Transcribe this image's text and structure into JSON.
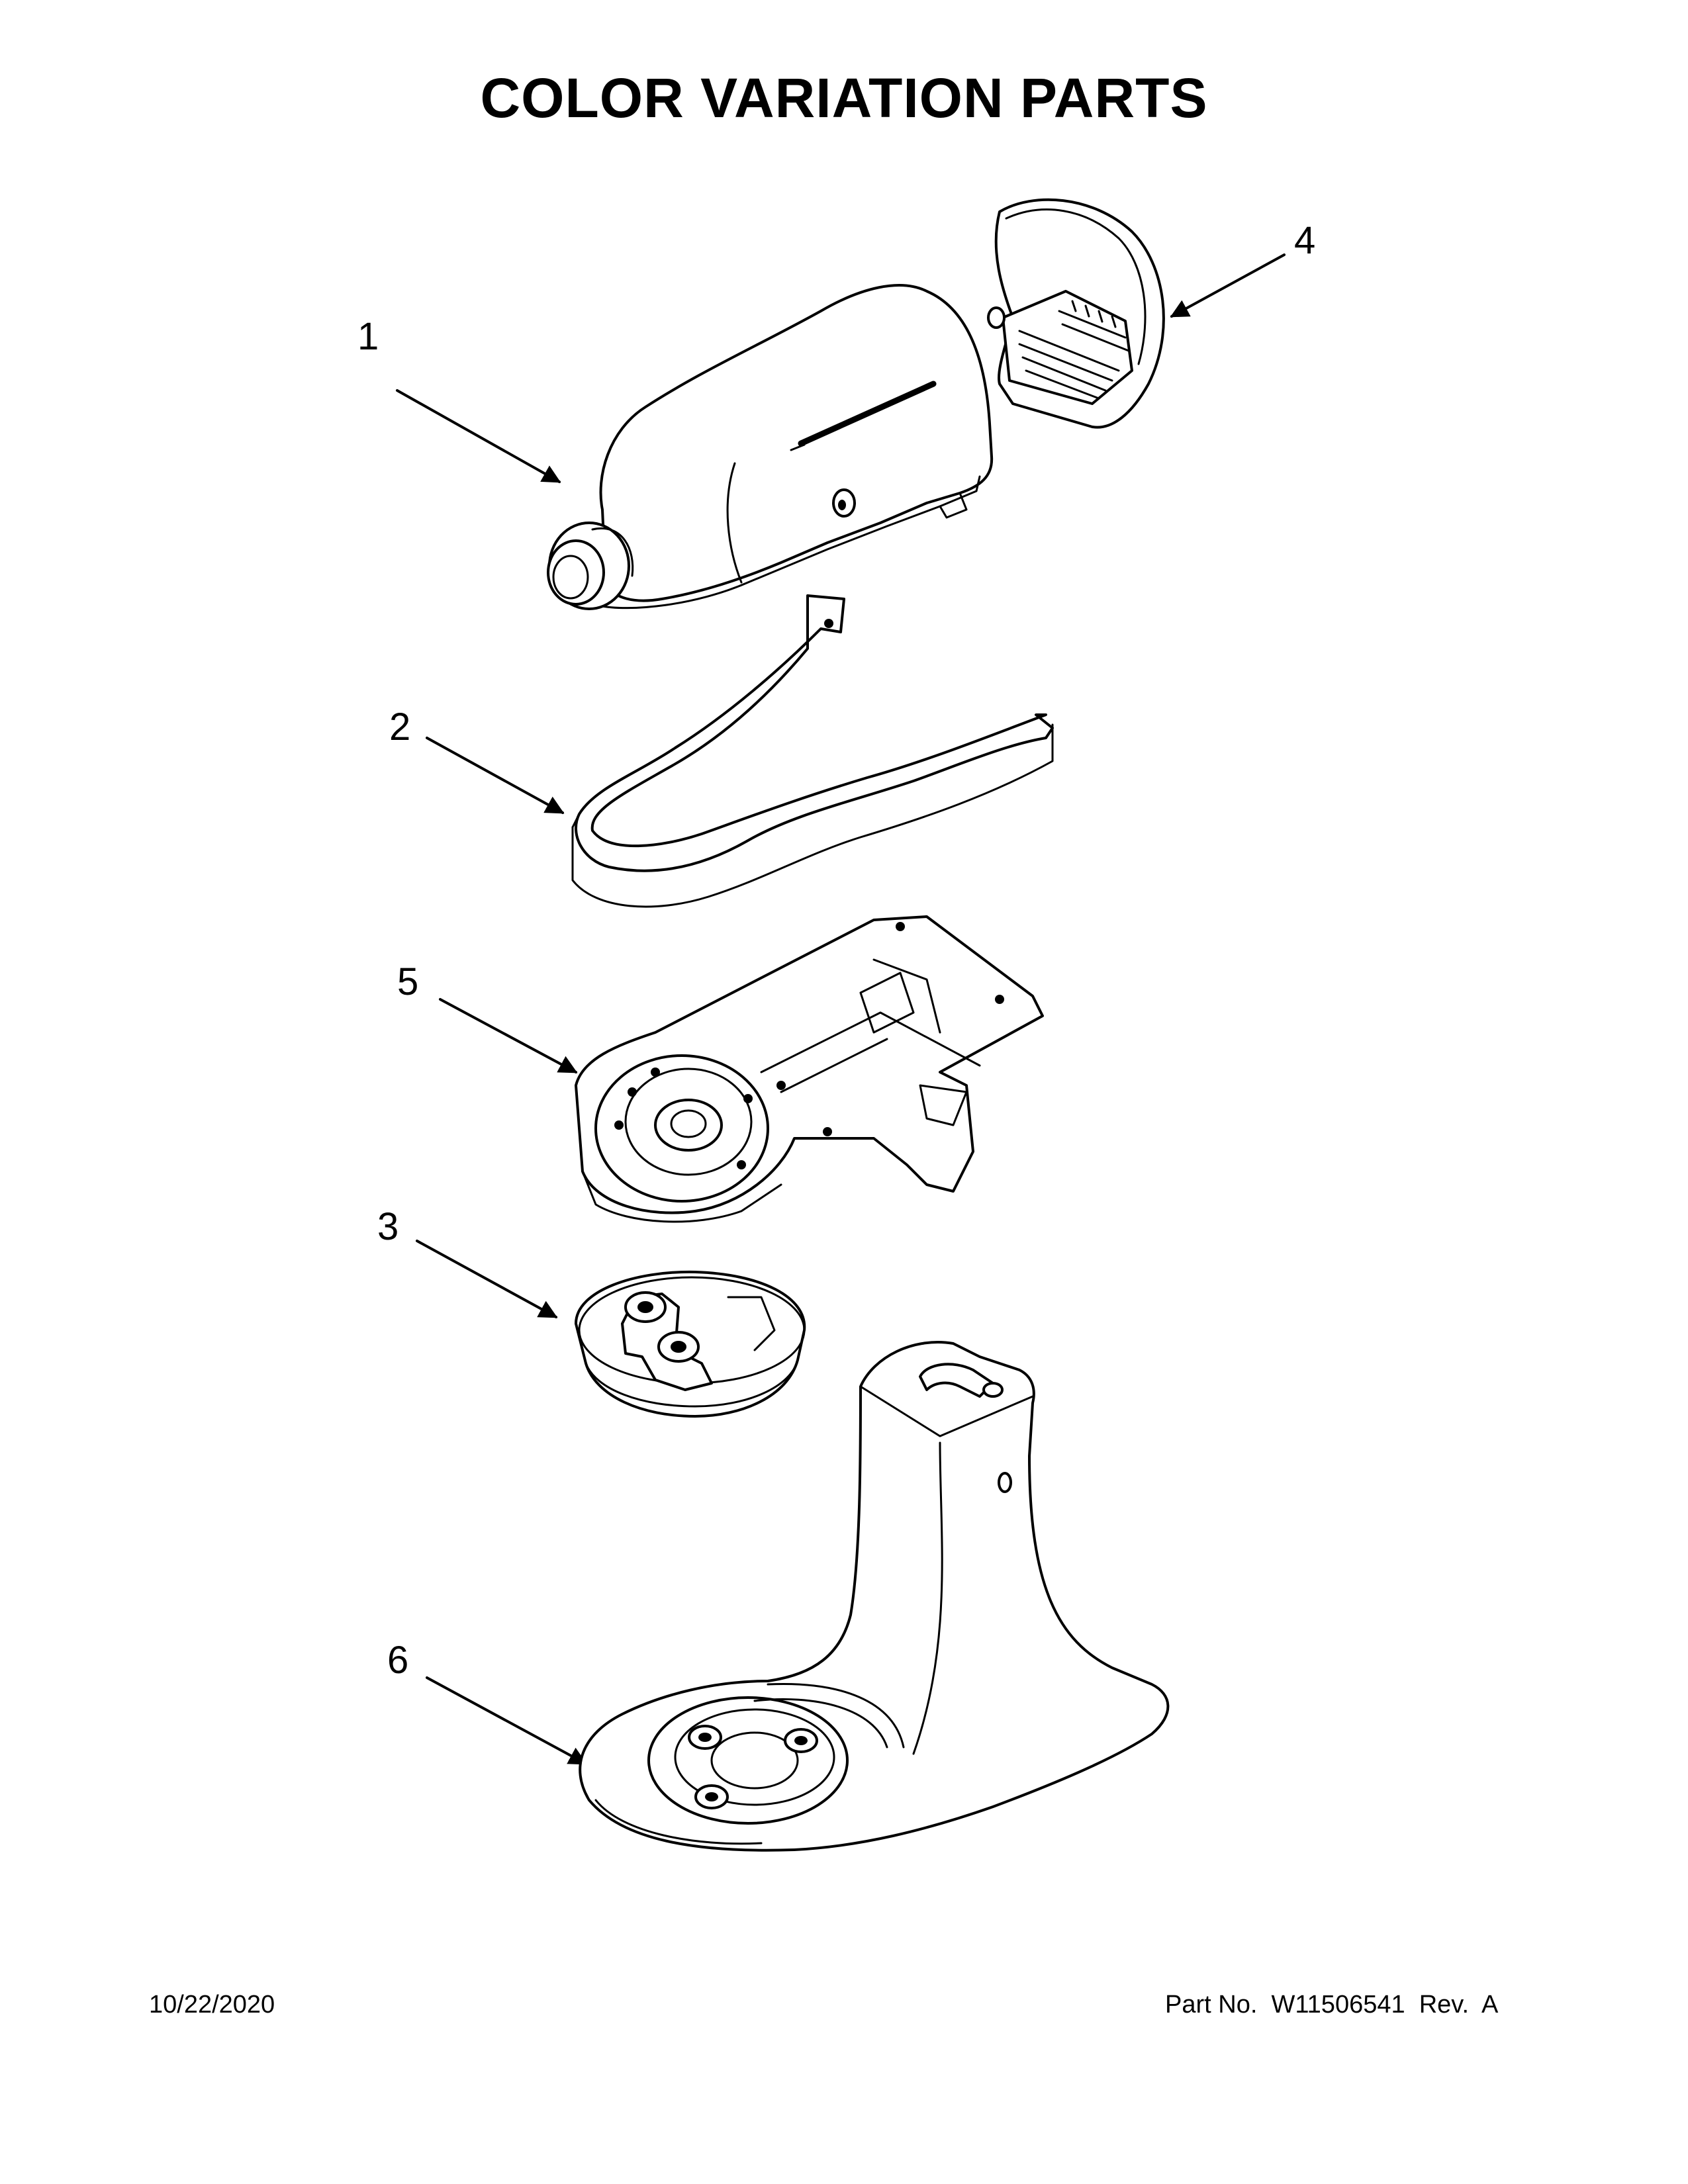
{
  "title": "COLOR VARIATION PARTS",
  "callouts": [
    "1",
    "2",
    "3",
    "4",
    "5",
    "6"
  ],
  "footer": {
    "date": "10/22/2020",
    "part_no": "Part No.  W11506541  Rev.  A"
  }
}
